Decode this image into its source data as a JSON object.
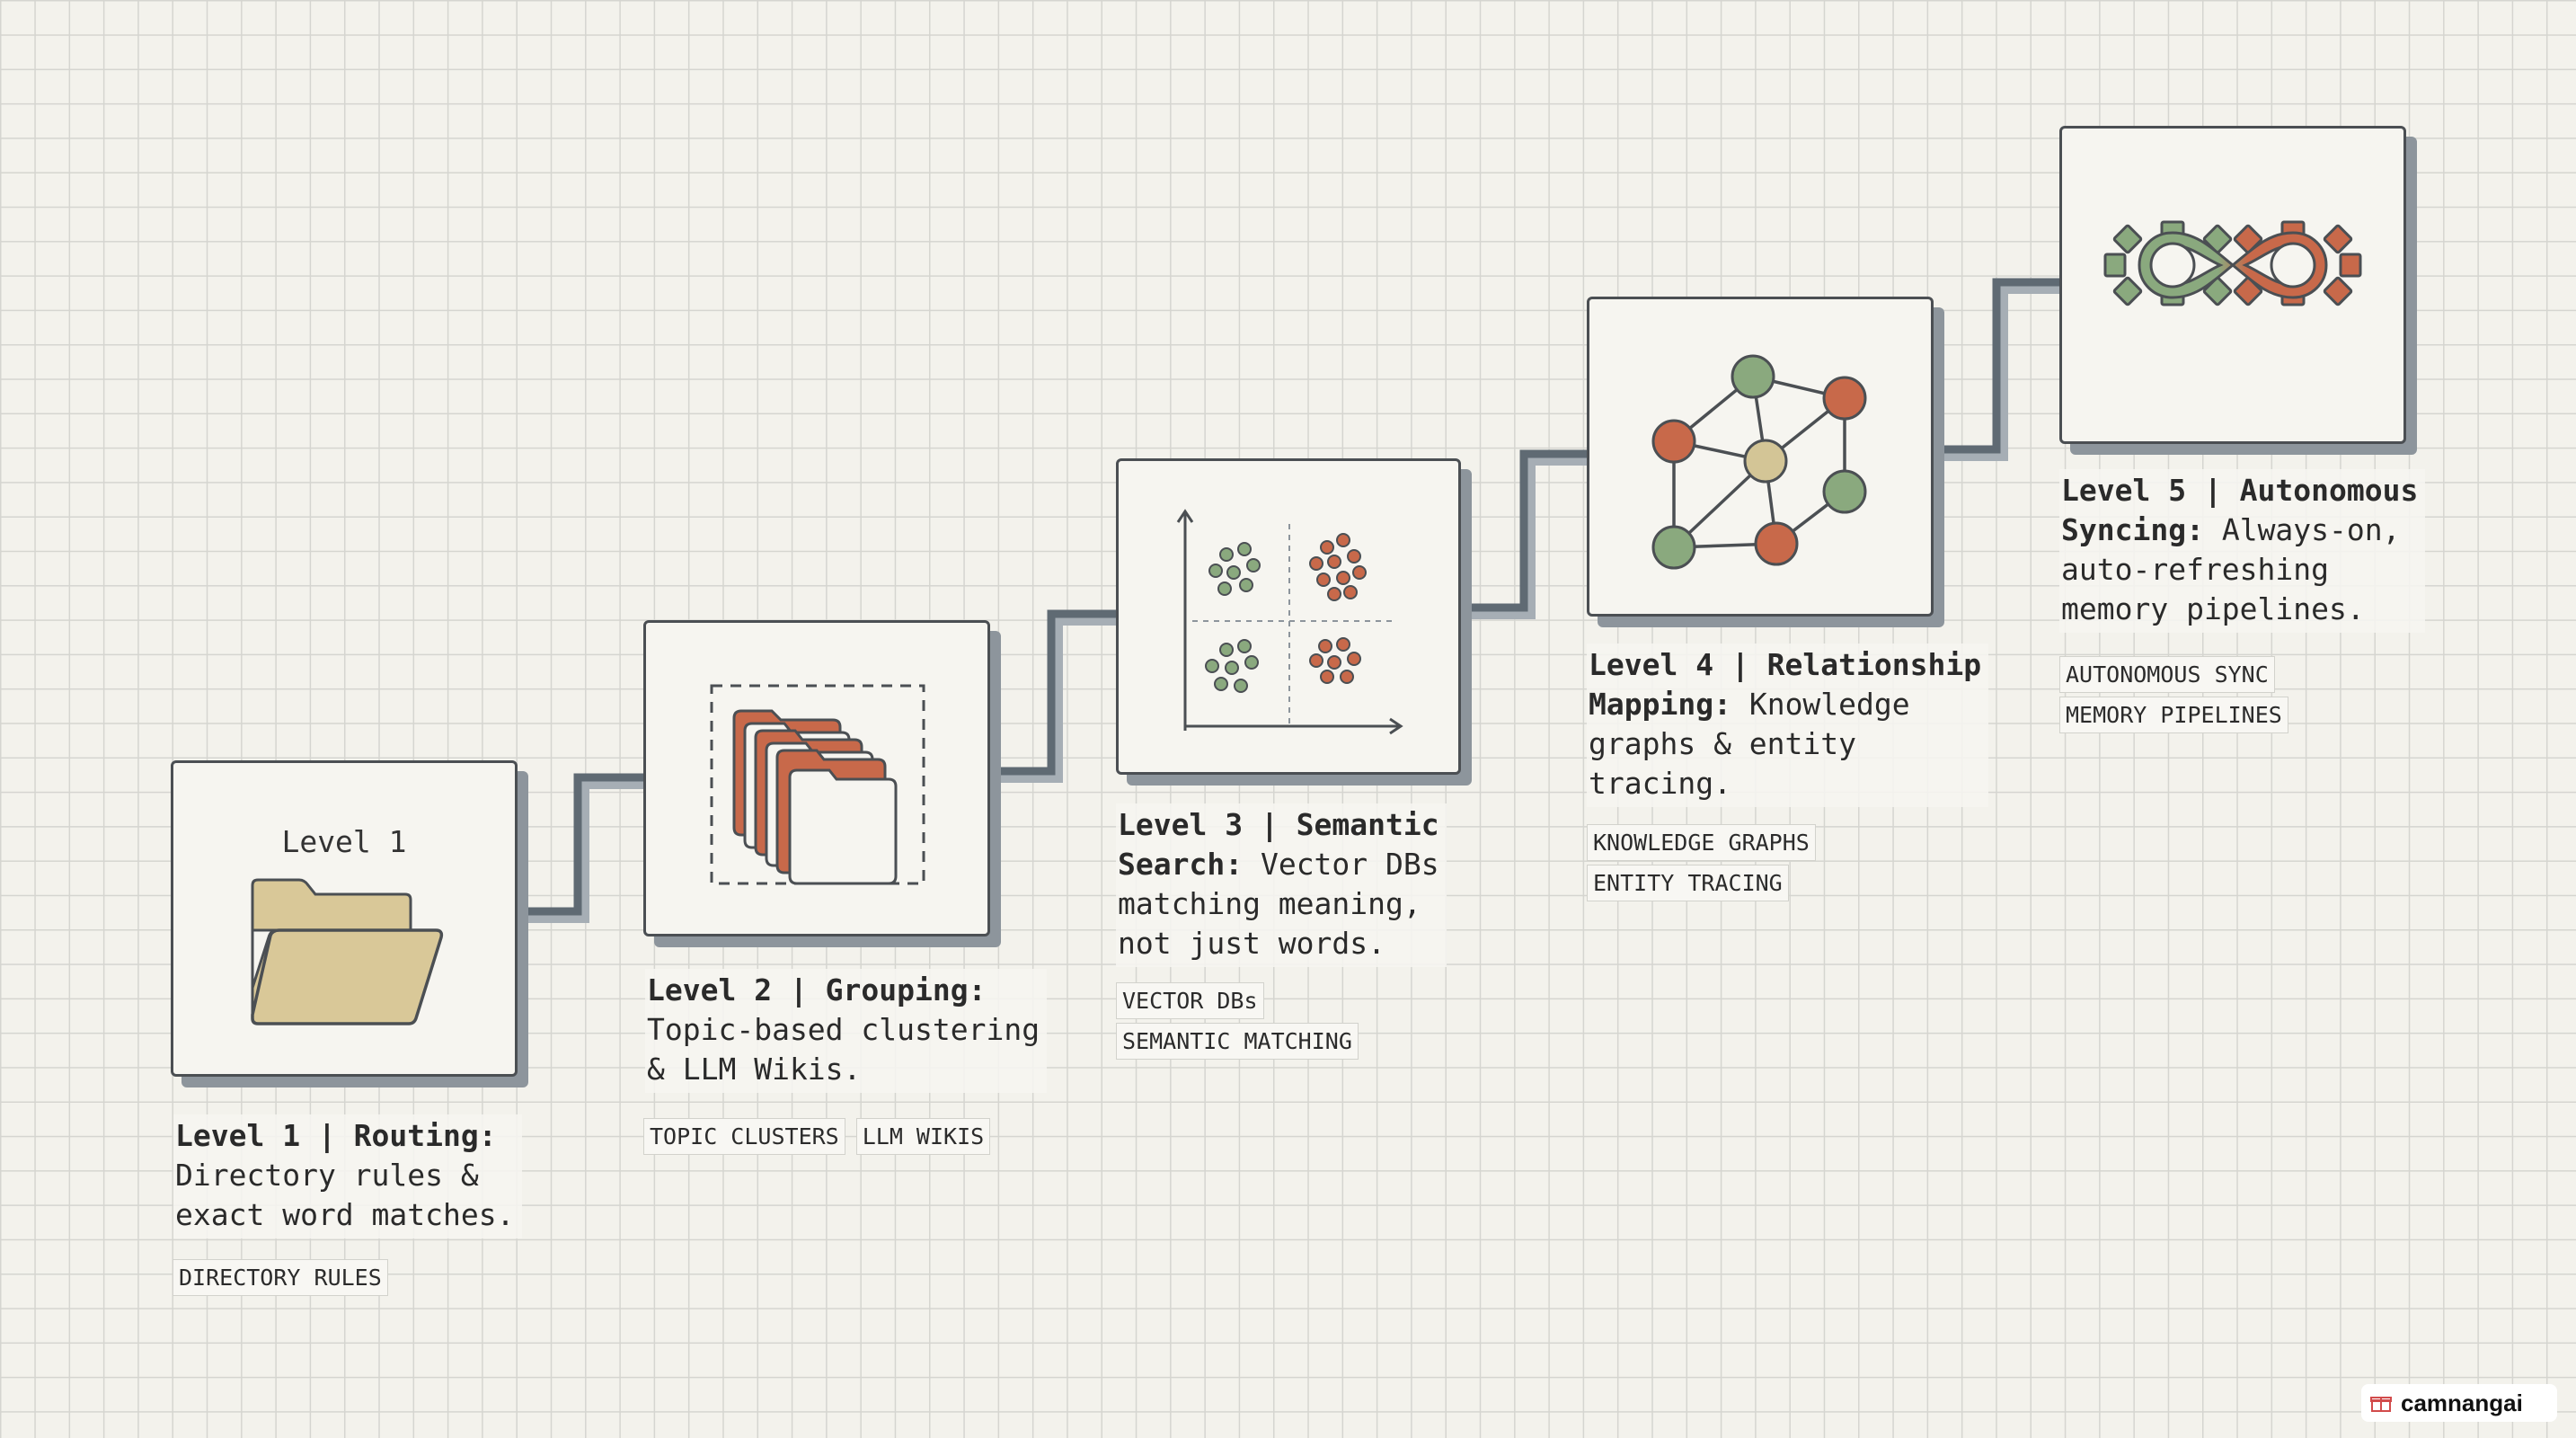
{
  "levels": [
    {
      "card_title": "Level 1",
      "heading": "Level 1 | Routing:",
      "text": "Directory rules &\nexact word matches.",
      "tags": [
        "DIRECTORY RULES"
      ],
      "icon": "folder-icon"
    },
    {
      "heading": "Level 2 | Grouping:",
      "text": "Topic-based clustering\n& LLM Wikis.",
      "tags": [
        "TOPIC CLUSTERS",
        "LLM WIKIS"
      ],
      "icon": "stacked-folders-icon"
    },
    {
      "heading": "Level 3 | Semantic\nSearch:",
      "text": "Vector DBs\nmatching meaning,\nnot just words.",
      "tags": [
        "VECTOR DBs",
        "SEMANTIC MATCHING"
      ],
      "icon": "scatter-plot-icon"
    },
    {
      "heading": "Level 4 | Relationship\nMapping:",
      "text": "Knowledge\ngraphs & entity\ntracing.",
      "tags": [
        "KNOWLEDGE GRAPHS",
        "ENTITY TRACING"
      ],
      "icon": "network-graph-icon"
    },
    {
      "heading": "Level 5 | Autonomous\nSyncing:",
      "text": "Always-on,\nauto-refreshing\nmemory pipelines.",
      "tags": [
        "AUTONOMOUS SYNC",
        "MEMORY PIPELINES"
      ],
      "icon": "infinity-gears-icon"
    }
  ],
  "watermark": {
    "text": "camnangai",
    "icon": "gift-icon"
  },
  "colors": {
    "background": "#f3f2ec",
    "grid": "#d5d5d0",
    "card_border": "#4b4f53",
    "card_shadow": "#8d959c",
    "connector": "#5f6a73",
    "accent_orange": "#c8694a",
    "accent_green": "#8aa97e",
    "folder_tan": "#d9c898",
    "node_tan": "#d3c596"
  }
}
